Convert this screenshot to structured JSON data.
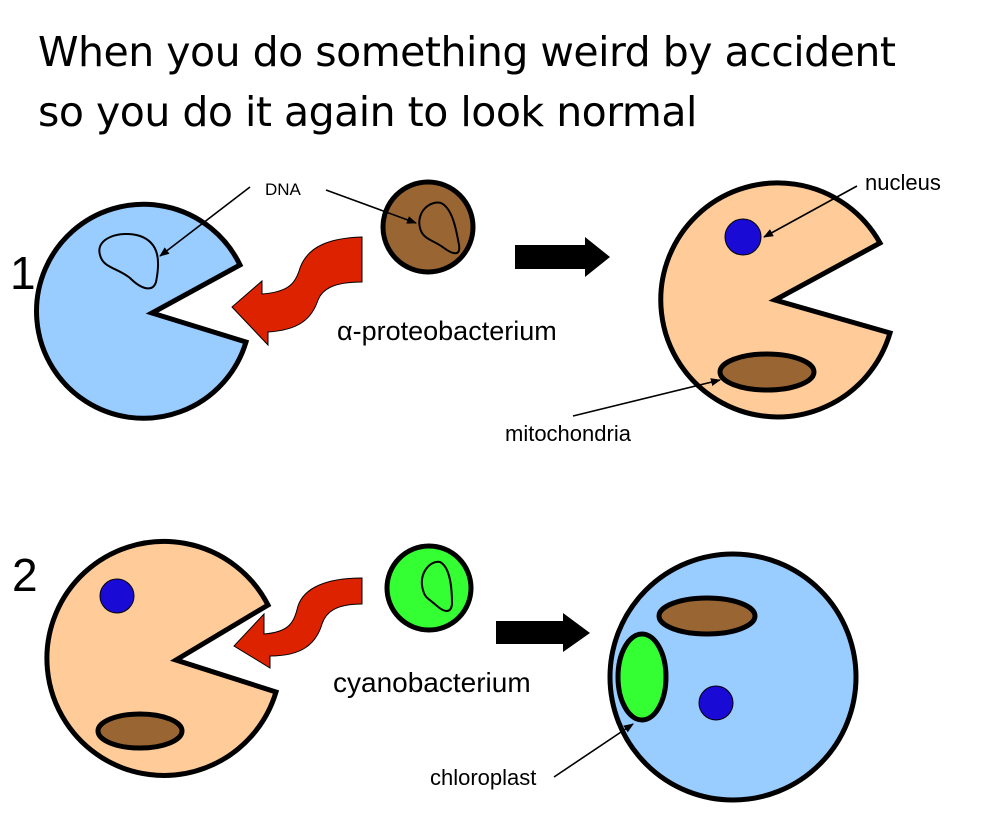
{
  "caption": {
    "line1": "When you do something weird by accident",
    "line2": "so you do it again to look normal"
  },
  "panel1": {
    "number": "1",
    "labels": {
      "dna": "DNA",
      "bacterium": "α-proteobacterium",
      "nucleus": "nucleus",
      "mitochondria": "mitochondria"
    }
  },
  "panel2": {
    "number": "2",
    "labels": {
      "bacterium": "cyanobacterium",
      "chloroplast": "chloroplast"
    }
  },
  "colors": {
    "host_blue": "#99ccff",
    "host_peach": "#ffcc99",
    "proteobacterium_brown": "#996633",
    "cyanobacterium_green": "#33ff33",
    "nucleus_blue": "#1a0ad6",
    "engulf_arrow_red": "#dd2200",
    "outline": "#000000"
  }
}
